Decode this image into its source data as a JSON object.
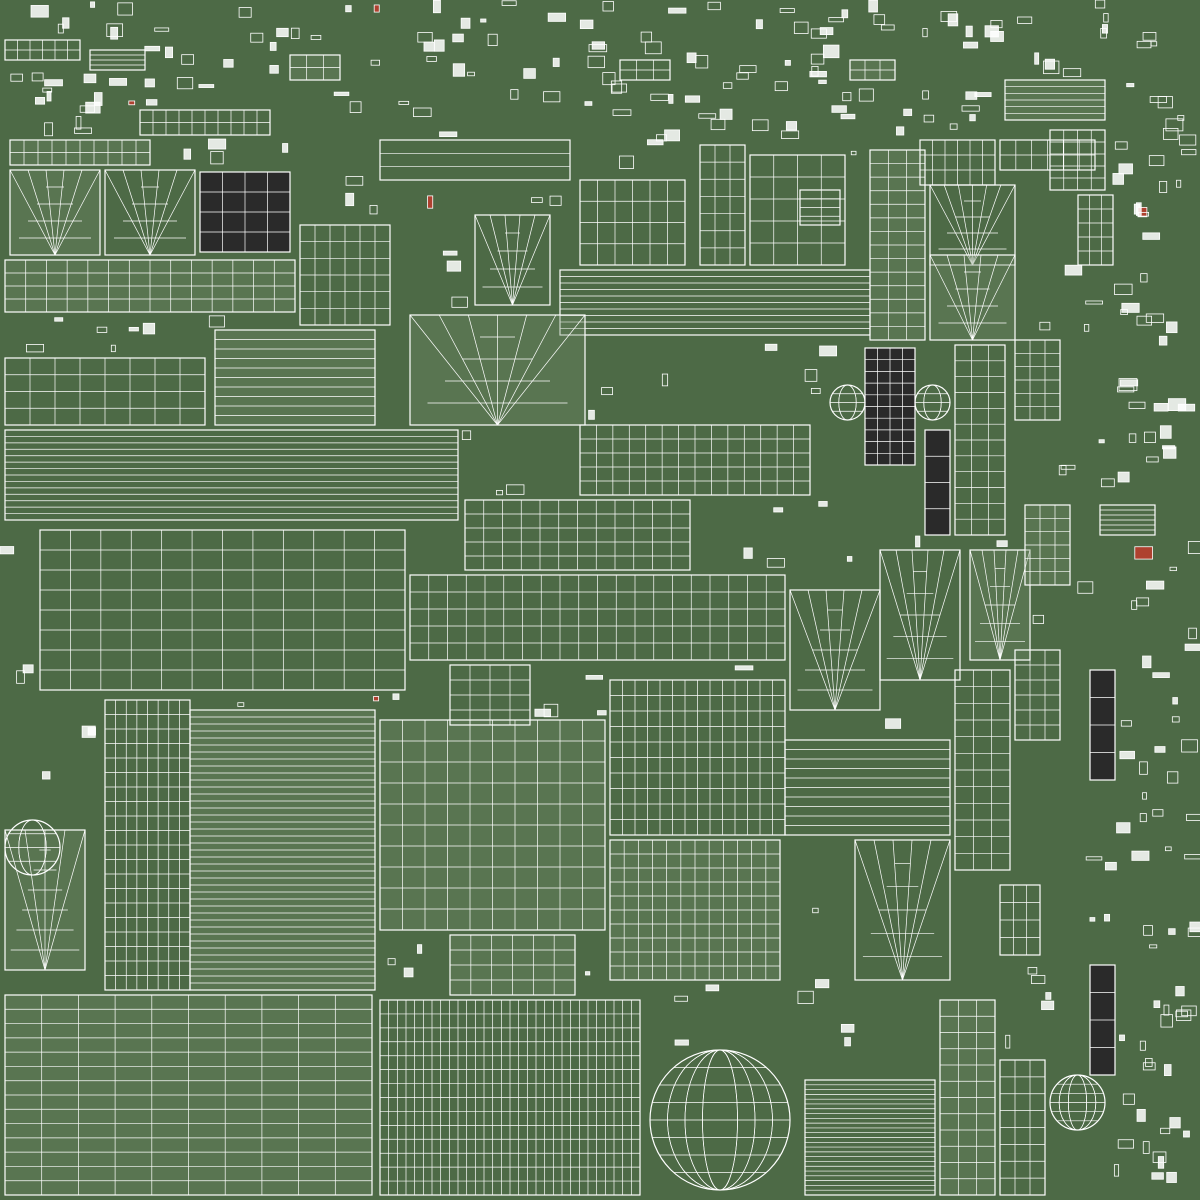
{
  "texture": {
    "background_color": "#4d6a46",
    "wire_color": "#ffffff",
    "shade_color": "#6f8a68",
    "dark_panel_color": "#2a2a2a",
    "accent_color": "#c0392b"
  },
  "patch_styles": [
    "grid",
    "hlines",
    "circle",
    "dark",
    "fan"
  ]
}
